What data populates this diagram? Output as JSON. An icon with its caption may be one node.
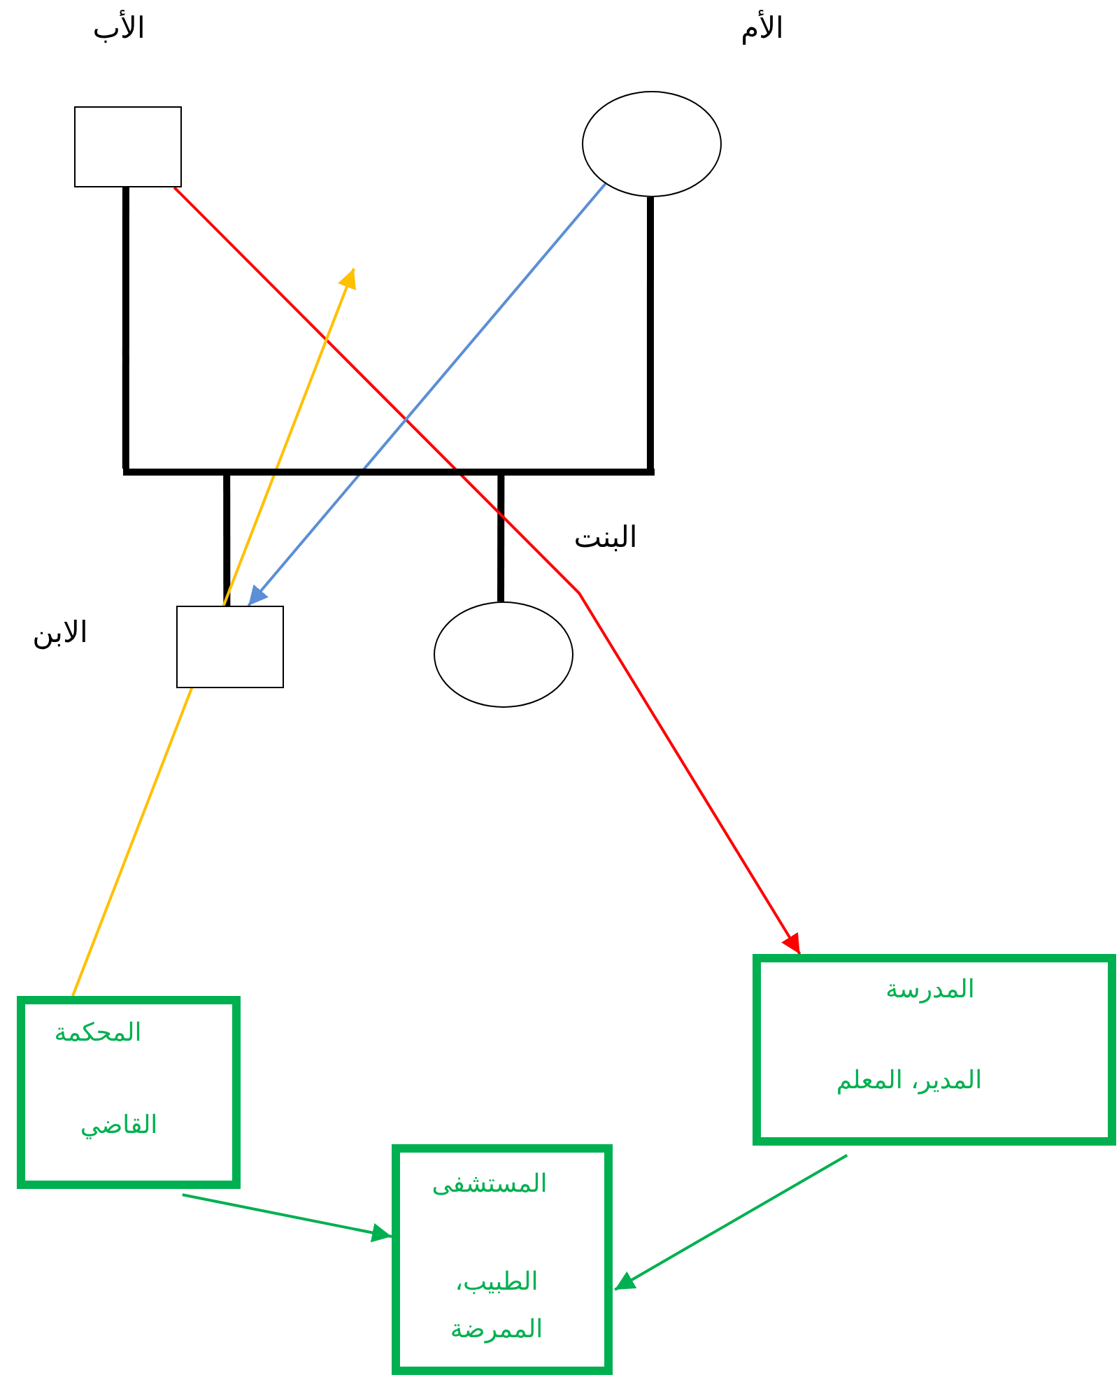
{
  "diagram": {
    "nodes": [
      {
        "text": [
          "الأب"
        ]
      },
      {
        "text": [
          "الأم"
        ]
      },
      {
        "text": [],
        "shape": "bar"
      },
      {
        "text": [
          "الابن"
        ]
      },
      {
        "text": [
          "البنت"
        ]
      },
      {
        "text": [
          "المحكمة",
          "القاضي"
        ]
      },
      {
        "text": [
          "المدرسة",
          "المدير، المعلم"
        ]
      },
      {
        "text": [
          "المستشفى",
          "الطبيب، الممرضة"
        ]
      }
    ],
    "edges": [
      {
        "from": 0,
        "to": 2,
        "arrow": "none",
        "style": "thick"
      },
      {
        "from": 1,
        "to": 2,
        "arrow": "none",
        "style": "thick"
      },
      {
        "from": 2,
        "to": 3,
        "arrow": "none",
        "style": "thick"
      },
      {
        "from": 2,
        "to": 4,
        "arrow": "none",
        "style": "thick"
      },
      {
        "from": 0,
        "to": 6,
        "arrow": "to",
        "color": "#ff0000"
      },
      {
        "from": 1,
        "to": 3,
        "arrow": "to",
        "color": "#5b8fd6"
      },
      {
        "from": 5,
        "to": null,
        "arrow": "to",
        "color": "#ffc000"
      },
      {
        "from": 5,
        "to": 7,
        "arrow": "to",
        "color": "#00b050"
      },
      {
        "from": 6,
        "to": 7,
        "arrow": "to",
        "color": "#00b050"
      }
    ]
  }
}
